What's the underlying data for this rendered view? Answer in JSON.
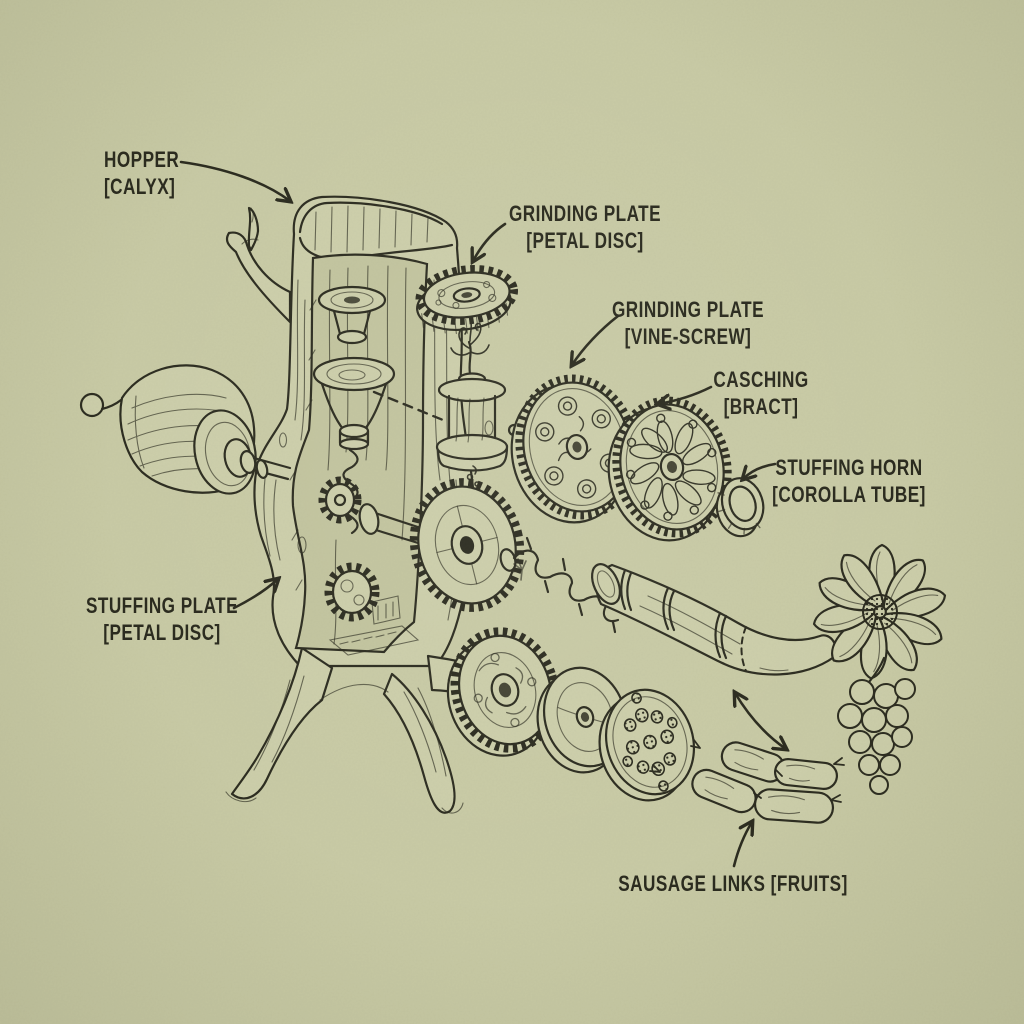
{
  "palette": {
    "paper": "#c9cba6",
    "ink": "#2b2b1f"
  },
  "labels": {
    "hopper": {
      "lines": [
        "HOPPER",
        "[CALYX]"
      ]
    },
    "grinding_plate_petal": {
      "lines": [
        "GRINDING PLATE",
        "[PETAL DISC]"
      ]
    },
    "grinding_plate_vine": {
      "lines": [
        "GRINDING PLATE",
        "[VINE-SCREW]"
      ]
    },
    "casching": {
      "lines": [
        "CASCHING",
        "[BRACT]"
      ]
    },
    "stuffing_horn": {
      "lines": [
        "STUFFING HORN",
        "[COROLLA TUBE]"
      ]
    },
    "stuffing_plate": {
      "lines": [
        "STUFFING PLATE",
        "[PETAL DISC]"
      ]
    },
    "sausage_links": {
      "lines": [
        "SAUSAGE LINKS [FRUITS]"
      ]
    }
  },
  "illustration": {
    "style": "hand-drawn botanical exploded diagram of a sausage grinder",
    "parts": [
      "trunk-hopper-calyx",
      "branch",
      "crank-cone",
      "drive-gear",
      "vine-screw-auger",
      "grinding-plate-petal-disc",
      "seed-canister-sprout",
      "grinding-plate-vine-screw-disc",
      "casching-bract-disc",
      "stuffing-horn-ring",
      "stuffing-horn-corolla-tube",
      "flower-bloom",
      "berry-cluster",
      "stuffing-plate-gear",
      "blank-disc",
      "perforated-disc",
      "sausage-link-fruits"
    ]
  }
}
